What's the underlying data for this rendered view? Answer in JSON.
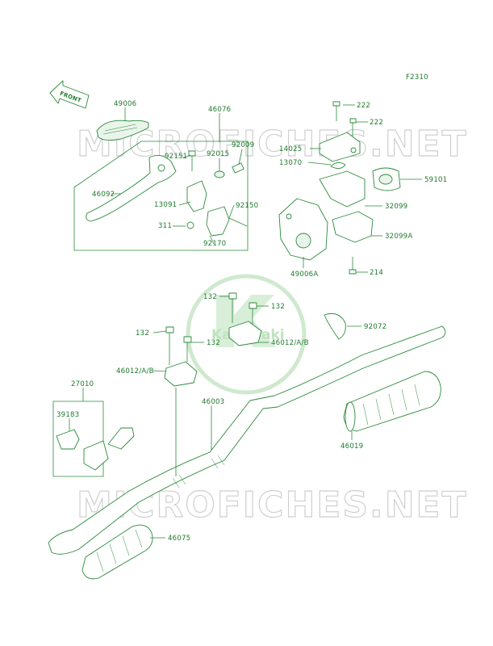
{
  "diagram": {
    "code": "F2310",
    "front_label": "FRONT",
    "watermark": "MICROFICHES.NET",
    "logo_text": "Kawasaki",
    "labels": {
      "p49006": "49006",
      "p46076": "46076",
      "p92151": "92151",
      "p92015": "92015",
      "p92009": "92009",
      "p46092": "46092",
      "p13091": "13091",
      "p311": "311",
      "p92150": "92150",
      "p92170": "92170",
      "p222a": "222",
      "p222b": "222",
      "p14025": "14025",
      "p13070": "13070",
      "p59101": "59101",
      "p32099": "32099",
      "p32099A": "32099A",
      "p49006A": "49006A",
      "p214": "214",
      "p132a": "132",
      "p132b": "132",
      "p132c": "132",
      "p132d": "132",
      "p92072": "92072",
      "p46012a": "46012/A/B",
      "p46012b": "46012/A/B",
      "p27010": "27010",
      "p46003": "46003",
      "p39183": "39183",
      "p46019": "46019",
      "p46075": "46075"
    }
  }
}
